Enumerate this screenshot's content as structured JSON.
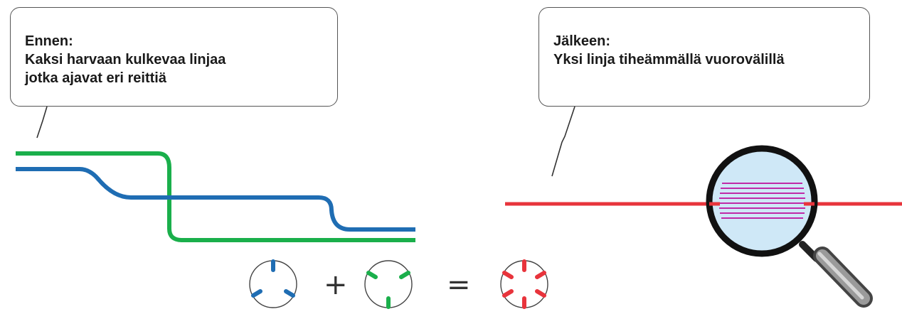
{
  "before": {
    "title": "Ennen:",
    "line1": "Kaksi harvaan kulkevaa linjaa",
    "line2": "jotka ajavat eri reittiä"
  },
  "after": {
    "title": "Jälkeen:",
    "line1": "Yksi linja tiheämmällä vuorovälillä"
  },
  "equation": {
    "plus": "+",
    "equals": "="
  },
  "colors": {
    "line_green": "#1aaf4b",
    "line_blue": "#1f6db3",
    "line_red": "#e8343c",
    "frequency_lines": "#c02aa8",
    "lens_fill": "#cfe8f7"
  },
  "icons": [
    "magnifier-icon",
    "clock-icon-blue",
    "clock-icon-green",
    "clock-icon-red"
  ]
}
